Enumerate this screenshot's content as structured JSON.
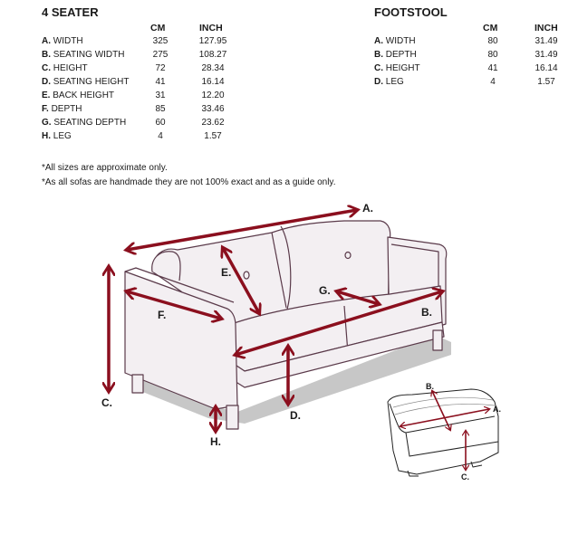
{
  "sofa": {
    "title": "4 SEATER",
    "headers": {
      "cm": "CM",
      "inch": "INCH"
    },
    "rows": [
      {
        "letter": "A.",
        "label": "WIDTH",
        "cm": "325",
        "inch": "127.95"
      },
      {
        "letter": "B.",
        "label": "SEATING WIDTH",
        "cm": "275",
        "inch": "108.27"
      },
      {
        "letter": "C.",
        "label": "HEIGHT",
        "cm": "72",
        "inch": "28.34"
      },
      {
        "letter": "D.",
        "label": "SEATING HEIGHT",
        "cm": "41",
        "inch": "16.14"
      },
      {
        "letter": "E.",
        "label": "BACK HEIGHT",
        "cm": "31",
        "inch": "12.20"
      },
      {
        "letter": "F.",
        "label": "DEPTH",
        "cm": "85",
        "inch": "33.46"
      },
      {
        "letter": "G.",
        "label": "SEATING DEPTH",
        "cm": "60",
        "inch": "23.62"
      },
      {
        "letter": "H.",
        "label": "LEG",
        "cm": "4",
        "inch": "1.57"
      }
    ]
  },
  "footstool": {
    "title": "FOOTSTOOL",
    "headers": {
      "cm": "CM",
      "inch": "INCH"
    },
    "rows": [
      {
        "letter": "A.",
        "label": "WIDTH",
        "cm": "80",
        "inch": "31.49"
      },
      {
        "letter": "B.",
        "label": "DEPTH",
        "cm": "80",
        "inch": "31.49"
      },
      {
        "letter": "C.",
        "label": "HEIGHT",
        "cm": "41",
        "inch": "16.14"
      },
      {
        "letter": "D.",
        "label": "LEG",
        "cm": "4",
        "inch": "1.57"
      }
    ]
  },
  "notes": [
    "*All sizes are approximate only.",
    "*As all sofas are handmade they are not 100% exact and as a guide only."
  ],
  "diagram": {
    "arrow_color": "#8b0f1e",
    "sofa_fill": "#f3eff2",
    "outline_color": "#5a3a4a",
    "shadow_color": "#bdbdbd",
    "sofa_labels": {
      "a": "A.",
      "b": "B.",
      "c": "C.",
      "d": "D.",
      "e": "E.",
      "f": "F.",
      "g": "G.",
      "h": "H."
    },
    "stool_labels": {
      "a": "A.",
      "b": "B.",
      "c": "C."
    }
  }
}
